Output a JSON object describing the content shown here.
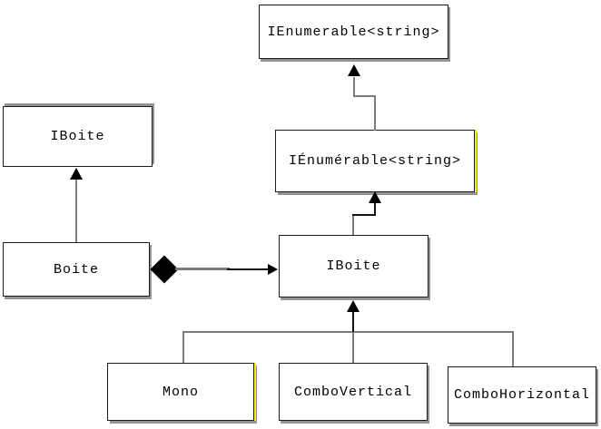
{
  "diagram": {
    "type": "uml-class-diagram",
    "nodes": [
      {
        "id": "ienumerable",
        "label": "IEnumerable<string>"
      },
      {
        "id": "iboite-left",
        "label": "IBoite"
      },
      {
        "id": "boite",
        "label": "Boite"
      },
      {
        "id": "ienumerable-fr",
        "label": "IÉnumérable<string>"
      },
      {
        "id": "iboite-center",
        "label": "IBoite"
      },
      {
        "id": "mono",
        "label": "Mono"
      },
      {
        "id": "combovertical",
        "label": "ComboVertical"
      },
      {
        "id": "combohorizontal",
        "label": "ComboHorizontal"
      }
    ],
    "edges": [
      {
        "from": "ienumerable-fr",
        "to": "ienumerable",
        "type": "generalization"
      },
      {
        "from": "iboite-center",
        "to": "ienumerable-fr",
        "type": "generalization"
      },
      {
        "from": "boite",
        "to": "iboite-left",
        "type": "generalization"
      },
      {
        "from": "boite",
        "to": "iboite-center",
        "type": "composition"
      },
      {
        "from": "mono",
        "to": "iboite-center",
        "type": "generalization"
      },
      {
        "from": "combovertical",
        "to": "iboite-center",
        "type": "generalization"
      },
      {
        "from": "combohorizontal",
        "to": "iboite-center",
        "type": "generalization"
      }
    ],
    "colors": {
      "box_border": "#1a1a1a",
      "box_background": "#ffffff",
      "line_gray": "#7d7d7d",
      "shadow_gray": "#949494",
      "accent_yellow": "#f2f200",
      "arrow_black": "#000000"
    }
  }
}
